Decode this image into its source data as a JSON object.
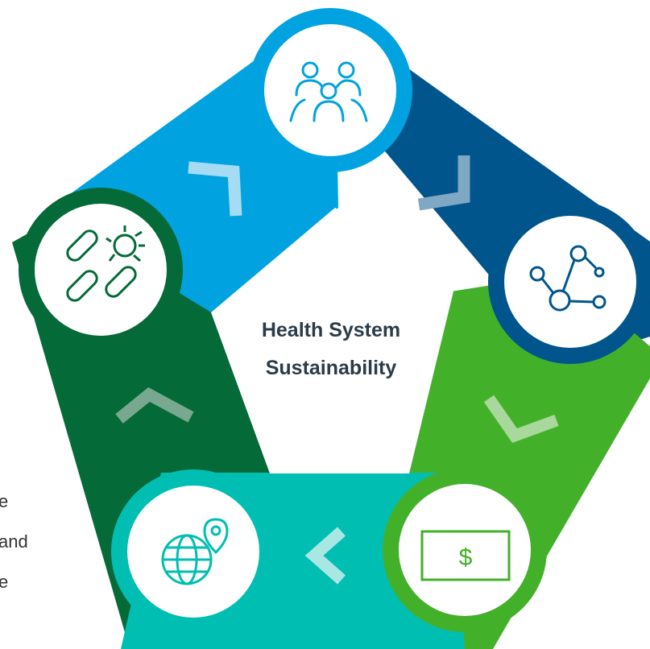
{
  "center": {
    "line1": "Health System",
    "line2": "Sustainability",
    "color": "#2b3b48"
  },
  "segments": [
    {
      "name": "people",
      "color": "#00a3e0",
      "icon": "people-group-icon"
    },
    {
      "name": "network",
      "color": "#00558c",
      "icon": "network-nodes-icon"
    },
    {
      "name": "finance",
      "color": "#43b02a",
      "icon": "dollar-bill-icon"
    },
    {
      "name": "environment",
      "color": "#00bfb2",
      "icon": "globe-location-icon"
    },
    {
      "name": "infection",
      "color": "#046a38",
      "icon": "bacteria-icon"
    }
  ],
  "partial_text": {
    "top": "",
    "left_lines": [
      "e",
      "and",
      "e"
    ]
  }
}
